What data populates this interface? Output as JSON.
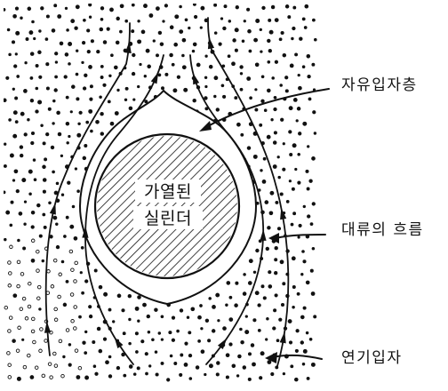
{
  "labels": {
    "free_layer": "자유입자층",
    "cylinder_line1": "가열된",
    "cylinder_line2": "실린더",
    "convection": "대류의 흐름",
    "smoke_particles": "연기입자"
  },
  "colors": {
    "ink": "#111111",
    "background": "#ffffff",
    "cylinder_fill": "#ffffff"
  },
  "icons": [
    "flow-arrow-icon"
  ]
}
